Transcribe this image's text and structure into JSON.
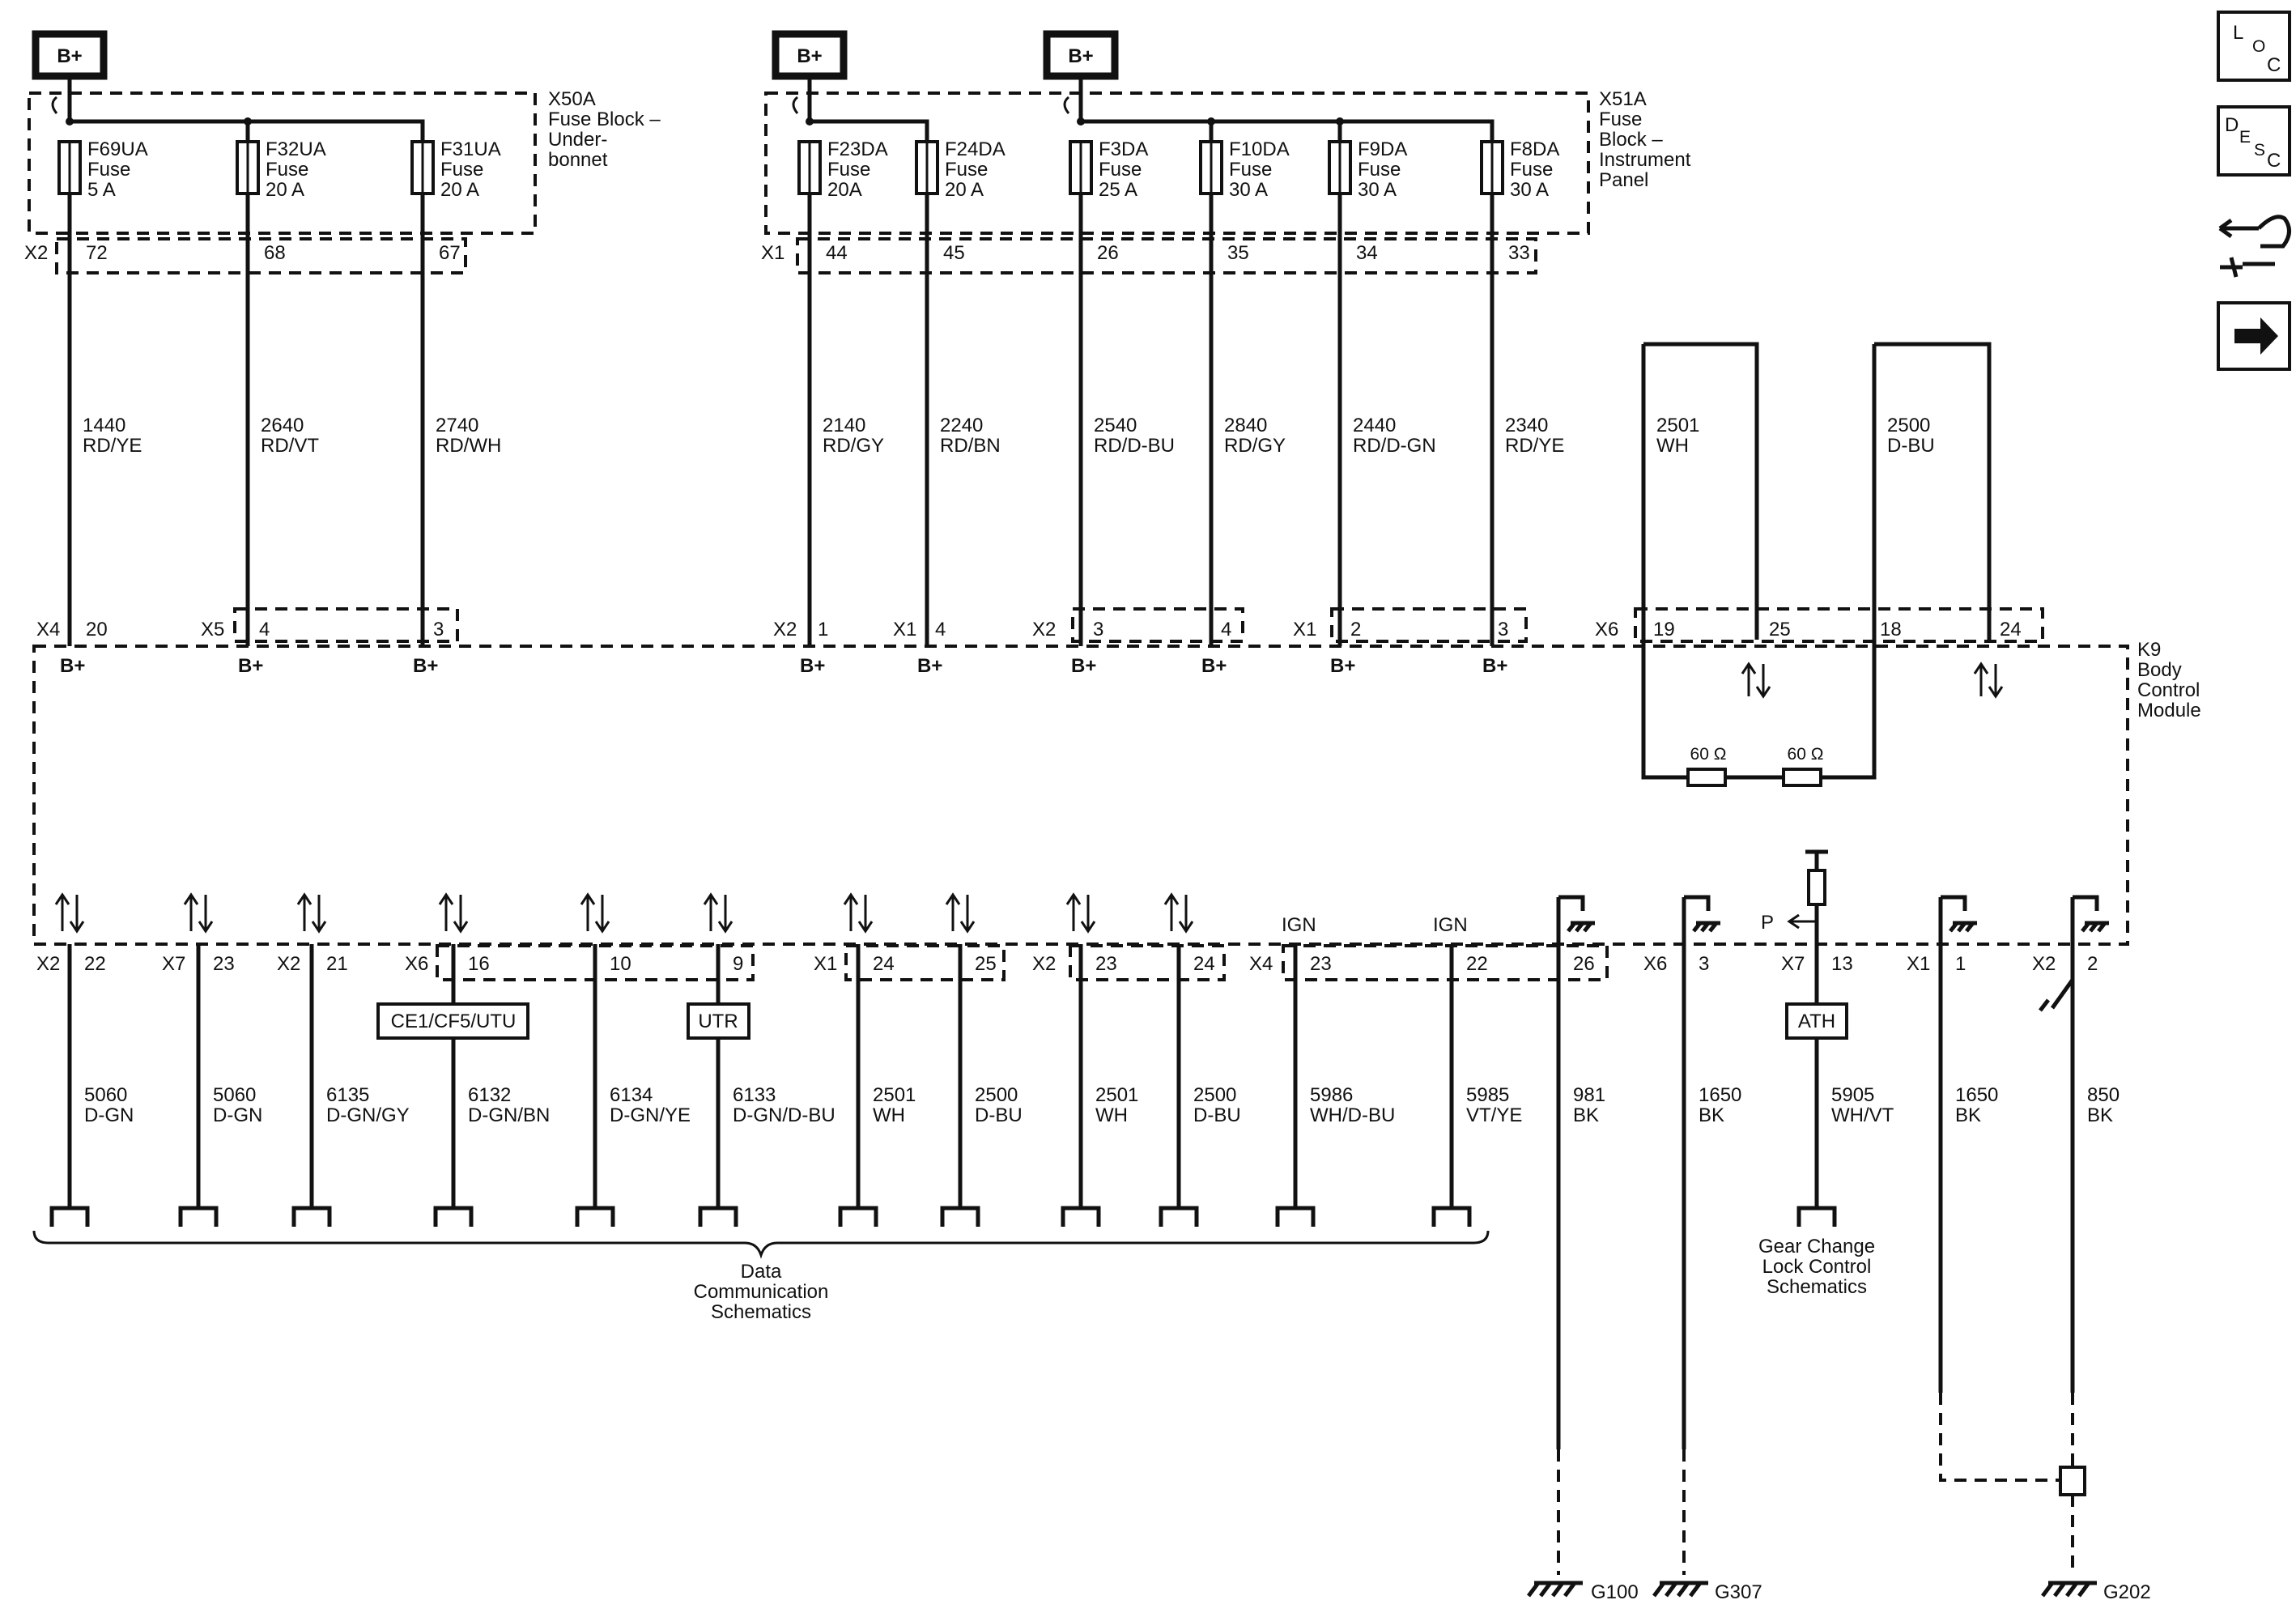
{
  "power_labels": [
    "B+",
    "B+",
    "B+"
  ],
  "fuse_blocks": [
    {
      "id": "X50A",
      "lines": [
        "X50A",
        "Fuse Block –",
        "Under-",
        "bonnet"
      ],
      "connector": "X2"
    },
    {
      "id": "X51A",
      "lines": [
        "X51A",
        "Fuse",
        "Block –",
        "Instrument",
        "Panel"
      ],
      "connector": "X1"
    }
  ],
  "fuses": [
    {
      "name": "F69UA",
      "word": "Fuse",
      "rating": "5 A",
      "pin": "72"
    },
    {
      "name": "F32UA",
      "word": "Fuse",
      "rating": "20 A",
      "pin": "68"
    },
    {
      "name": "F31UA",
      "word": "Fuse",
      "rating": "20 A",
      "pin": "67"
    },
    {
      "name": "F23DA",
      "word": "Fuse",
      "rating": "20A",
      "pin": "44"
    },
    {
      "name": "F24DA",
      "word": "Fuse",
      "rating": "20 A",
      "pin": "45"
    },
    {
      "name": "F3DA",
      "word": "Fuse",
      "rating": "25 A",
      "pin": "26"
    },
    {
      "name": "F10DA",
      "word": "Fuse",
      "rating": "30 A",
      "pin": "35"
    },
    {
      "name": "F9DA",
      "word": "Fuse",
      "rating": "30 A",
      "pin": "34"
    },
    {
      "name": "F8DA",
      "word": "Fuse",
      "rating": "30 A",
      "pin": "33"
    }
  ],
  "upper_wires": [
    {
      "circuit": "1440",
      "color": "RD/YE"
    },
    {
      "circuit": "2640",
      "color": "RD/VT"
    },
    {
      "circuit": "2740",
      "color": "RD/WH"
    },
    {
      "circuit": "2140",
      "color": "RD/GY"
    },
    {
      "circuit": "2240",
      "color": "RD/BN"
    },
    {
      "circuit": "2540",
      "color": "RD/D-BU"
    },
    {
      "circuit": "2840",
      "color": "RD/GY"
    },
    {
      "circuit": "2440",
      "color": "RD/D-GN"
    },
    {
      "circuit": "2340",
      "color": "RD/YE"
    },
    {
      "circuit": "2501",
      "color": "WH"
    },
    {
      "circuit": "2500",
      "color": "D-BU"
    }
  ],
  "module_top_connectors": [
    {
      "conn": "X4",
      "pins": [
        "20"
      ]
    },
    {
      "conn": "X5",
      "pins": [
        "4",
        "3"
      ]
    },
    {
      "conn": "X2",
      "pins": [
        "1"
      ]
    },
    {
      "conn": "X1",
      "pins": [
        "4"
      ]
    },
    {
      "conn": "X2",
      "pins": [
        "3",
        "4"
      ]
    },
    {
      "conn": "X1",
      "pins": [
        "2",
        "3"
      ]
    },
    {
      "conn": "X6",
      "pins": [
        "19",
        "25",
        "18",
        "24"
      ]
    }
  ],
  "module_bplus": [
    "B+",
    "B+",
    "B+",
    "B+",
    "B+",
    "B+",
    "B+",
    "B+",
    "B+"
  ],
  "module": {
    "lines": [
      "K9",
      "Body",
      "Control",
      "Module"
    ]
  },
  "resistors": [
    "60 Ω",
    "60 Ω"
  ],
  "module_bottom_connectors": [
    "X2",
    "X7",
    "X2",
    "X6",
    "X1",
    "X2",
    "X4",
    "X6",
    "X7",
    "X1",
    "X2"
  ],
  "bottom_pins": [
    "22",
    "23",
    "21",
    "16",
    "10",
    "9",
    "24",
    "25",
    "23",
    "24",
    "23",
    "22",
    "26",
    "3",
    "13",
    "1",
    "2"
  ],
  "ign_labels": [
    "IGN",
    "IGN"
  ],
  "p_label": "P",
  "inline_boxes": [
    "CE1/CF5/UTU",
    "UTR",
    "ATH"
  ],
  "lower_wires": [
    {
      "circuit": "5060",
      "color": "D-GN"
    },
    {
      "circuit": "5060",
      "color": "D-GN"
    },
    {
      "circuit": "6135",
      "color": "D-GN/GY"
    },
    {
      "circuit": "6132",
      "color": "D-GN/BN"
    },
    {
      "circuit": "6134",
      "color": "D-GN/YE"
    },
    {
      "circuit": "6133",
      "color": "D-GN/D-BU"
    },
    {
      "circuit": "2501",
      "color": "WH"
    },
    {
      "circuit": "2500",
      "color": "D-BU"
    },
    {
      "circuit": "2501",
      "color": "WH"
    },
    {
      "circuit": "2500",
      "color": "D-BU"
    },
    {
      "circuit": "5986",
      "color": "WH/D-BU"
    },
    {
      "circuit": "5985",
      "color": "VT/YE"
    },
    {
      "circuit": "981",
      "color": "BK"
    },
    {
      "circuit": "1650",
      "color": "BK"
    },
    {
      "circuit": "5905",
      "color": "WH/VT"
    },
    {
      "circuit": "1650",
      "color": "BK"
    },
    {
      "circuit": "850",
      "color": "BK"
    }
  ],
  "data_comm_label": [
    "Data",
    "Communication",
    "Schematics"
  ],
  "gear_change_label": [
    "Gear Change",
    "Lock Control",
    "Schematics"
  ],
  "grounds": [
    "G100",
    "G307",
    "G202"
  ],
  "nav_icons": [
    {
      "name": "loc-icon",
      "letters": [
        "L",
        "O",
        "C"
      ]
    },
    {
      "name": "desc-icon",
      "letters": [
        "D",
        "E",
        "S",
        "C"
      ]
    },
    {
      "name": "connector-repair-icon"
    },
    {
      "name": "next-page-arrow-icon"
    }
  ]
}
